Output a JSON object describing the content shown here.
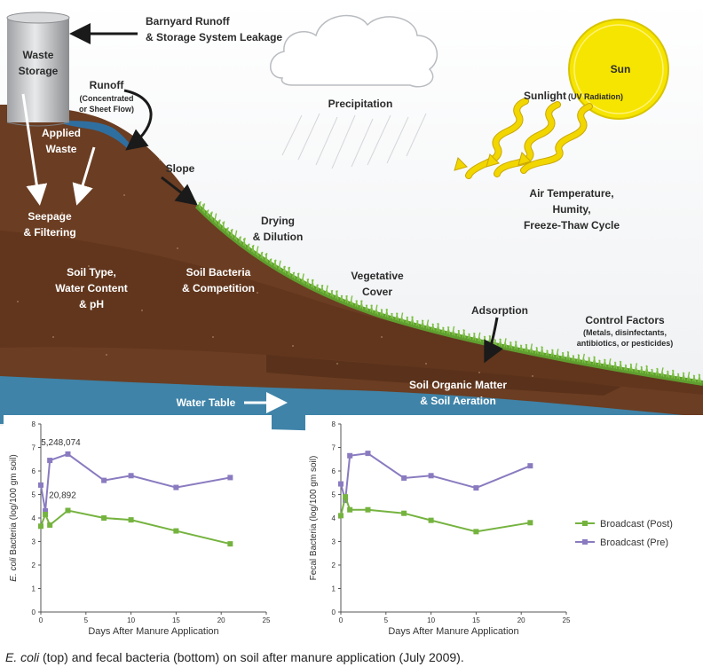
{
  "labels": {
    "waste_storage": [
      "Waste",
      "Storage"
    ],
    "barnyard": [
      "Barnyard Runoff",
      "& Storage System Leakage"
    ],
    "runoff": "Runoff",
    "runoff_sub": [
      "(Concentrated",
      "or Sheet Flow)"
    ],
    "applied_waste": [
      "Applied",
      "Waste"
    ],
    "slope": "Slope",
    "precipitation": "Precipitation",
    "sun": "Sun",
    "sunlight": "Sunlight",
    "uv": "(UV Radiation)",
    "air_temp": [
      "Air Temperature,",
      "Humity,",
      "Freeze-Thaw Cycle"
    ],
    "seepage": [
      "Seepage",
      "& Filtering"
    ],
    "drying": [
      "Drying",
      "& Dilution"
    ],
    "soil_type": [
      "Soil Type,",
      "Water Content",
      "& pH"
    ],
    "soil_bacteria": [
      "Soil Bacteria",
      "& Competition"
    ],
    "vegetative": [
      "Vegetative",
      "Cover"
    ],
    "adsorption": "Adsorption",
    "control": "Control Factors",
    "control_sub": [
      "(Metals, disinfectants,",
      "antibiotics, or pesticides)"
    ],
    "organic": [
      "Soil Organic Matter",
      "& Soil Aeration"
    ],
    "water_table": "Water Table"
  },
  "colors": {
    "soil": "#6b3d22",
    "water": "#3f83a8",
    "grass": "#7cc043",
    "sun": "#f6e500",
    "pre": "#8a7bc0",
    "post": "#75b33f"
  },
  "chart_data": [
    {
      "type": "line",
      "xlabel": "Days After Manure Application",
      "ylabel_italic": "E. coli",
      "ylabel_rest": " Bacteria (log/100 gm soil)",
      "xlim": [
        0,
        25
      ],
      "ylim": [
        0,
        8
      ],
      "xticks": [
        "0",
        "5",
        "10",
        "15",
        "20",
        "25"
      ],
      "yticks": [
        "0",
        "1",
        "2",
        "3",
        "4",
        "5",
        "6",
        "7",
        "8"
      ],
      "series": [
        {
          "name": "Broadcast (Pre)",
          "x": [
            0,
            0.5,
            1,
            3,
            7,
            10,
            15,
            21
          ],
          "y": [
            5.4,
            4.3,
            6.45,
            6.72,
            5.6,
            5.8,
            5.3,
            5.72
          ]
        },
        {
          "name": "Broadcast (Post)",
          "x": [
            0,
            0.5,
            1,
            3,
            7,
            10,
            15,
            21
          ],
          "y": [
            3.65,
            4.15,
            3.7,
            4.32,
            4.0,
            3.92,
            3.45,
            2.9
          ]
        }
      ],
      "annotations": [
        "5,248,074",
        "20,892"
      ]
    },
    {
      "type": "line",
      "xlabel": "Days After Manure Application",
      "ylabel": "Fecal Bacteria (log/100 gm soil)",
      "xlim": [
        0,
        25
      ],
      "ylim": [
        0,
        8
      ],
      "xticks": [
        "0",
        "5",
        "10",
        "15",
        "20",
        "25"
      ],
      "yticks": [
        "0",
        "1",
        "2",
        "3",
        "4",
        "5",
        "6",
        "7",
        "8"
      ],
      "series": [
        {
          "name": "Broadcast (Pre)",
          "x": [
            0,
            0.5,
            1,
            3,
            7,
            10,
            15,
            21
          ],
          "y": [
            5.45,
            4.75,
            6.65,
            6.75,
            5.7,
            5.8,
            5.28,
            6.22
          ]
        },
        {
          "name": "Broadcast (Post)",
          "x": [
            0,
            0.5,
            1,
            3,
            7,
            10,
            15,
            21
          ],
          "y": [
            4.1,
            4.9,
            4.35,
            4.35,
            4.2,
            3.9,
            3.42,
            3.8
          ]
        }
      ]
    }
  ],
  "legend": [
    "Broadcast (Post)",
    "Broadcast (Pre)"
  ],
  "caption": {
    "italic": "E. coli",
    "rest": " (top) and fecal bacteria (bottom) on soil after manure application (July 2009)."
  }
}
